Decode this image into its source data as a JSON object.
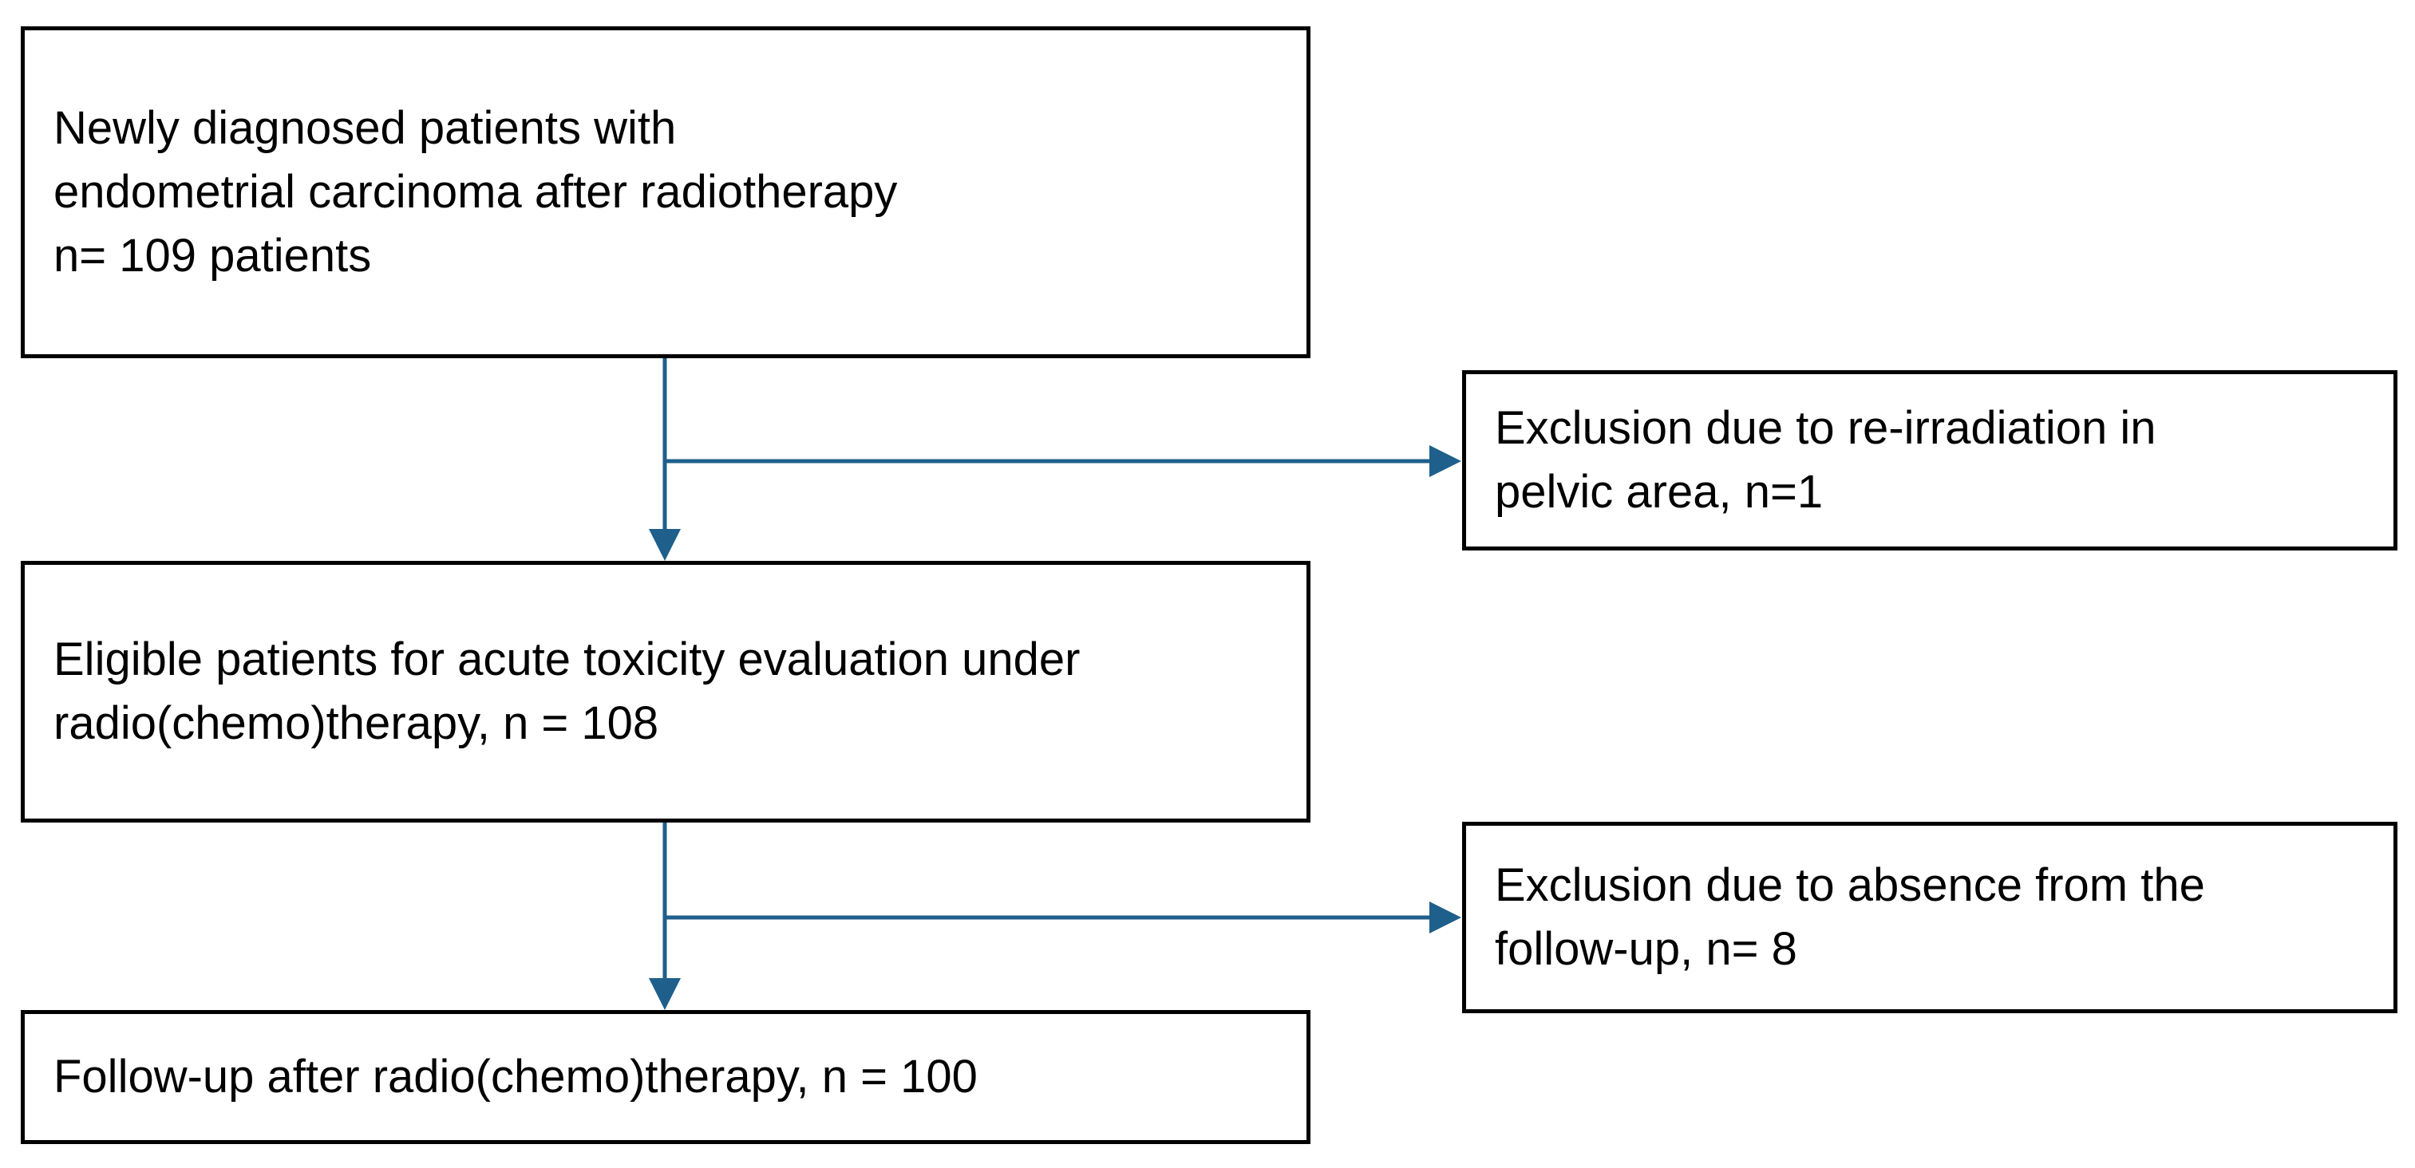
{
  "flow": {
    "start": "Newly diagnosed patients with\nendometrial carcinoma after radiotherapy\nn= 109 patients",
    "exclusion_1": "Exclusion due to re-irradiation in\npelvic area, n=1",
    "eligible": "Eligible patients for acute toxicity evaluation under\nradio(chemo)therapy, n = 108",
    "exclusion_2": "Exclusion due to absence from the\nfollow-up, n= 8",
    "final": "Follow-up after radio(chemo)therapy, n = 100"
  },
  "colors": {
    "arrow": "#1f5f8b",
    "box_border": "#000000",
    "text": "#000000"
  }
}
